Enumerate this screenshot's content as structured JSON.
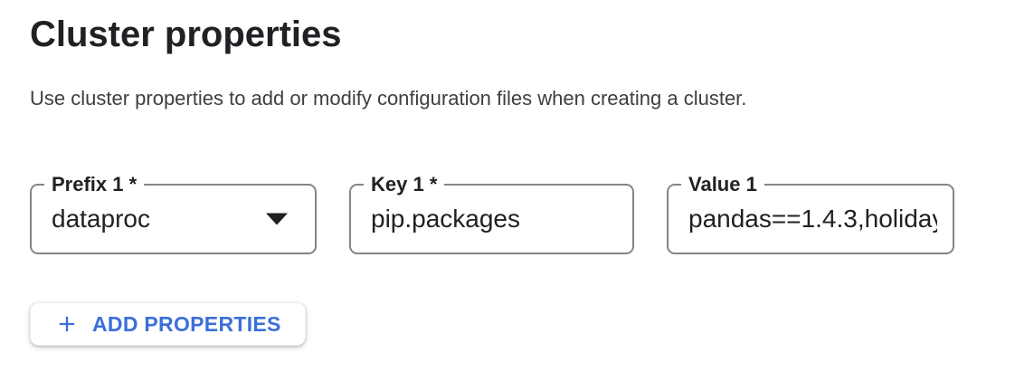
{
  "header": {
    "title": "Cluster properties",
    "description": "Use cluster properties to add or modify configuration files when creating a cluster."
  },
  "properties_form": {
    "fields": [
      {
        "label": "Prefix 1 *",
        "value": "dataproc",
        "control": "dropdown",
        "icon": "dropdown-arrow-icon"
      },
      {
        "label": "Key 1 *",
        "value": "pip.packages",
        "control": "text-input"
      },
      {
        "label": "Value 1",
        "value": "pandas==1.4.3,holida",
        "value_overflow_char": "y",
        "control": "text-input"
      }
    ],
    "add_button": {
      "label": "ADD PROPERTIES",
      "icon": "plus-icon"
    }
  },
  "colors": {
    "accent_blue": "#3b6fd8",
    "text_primary": "#202124",
    "text_secondary": "#3c4043",
    "field_border": "#80868b",
    "background": "#ffffff"
  }
}
